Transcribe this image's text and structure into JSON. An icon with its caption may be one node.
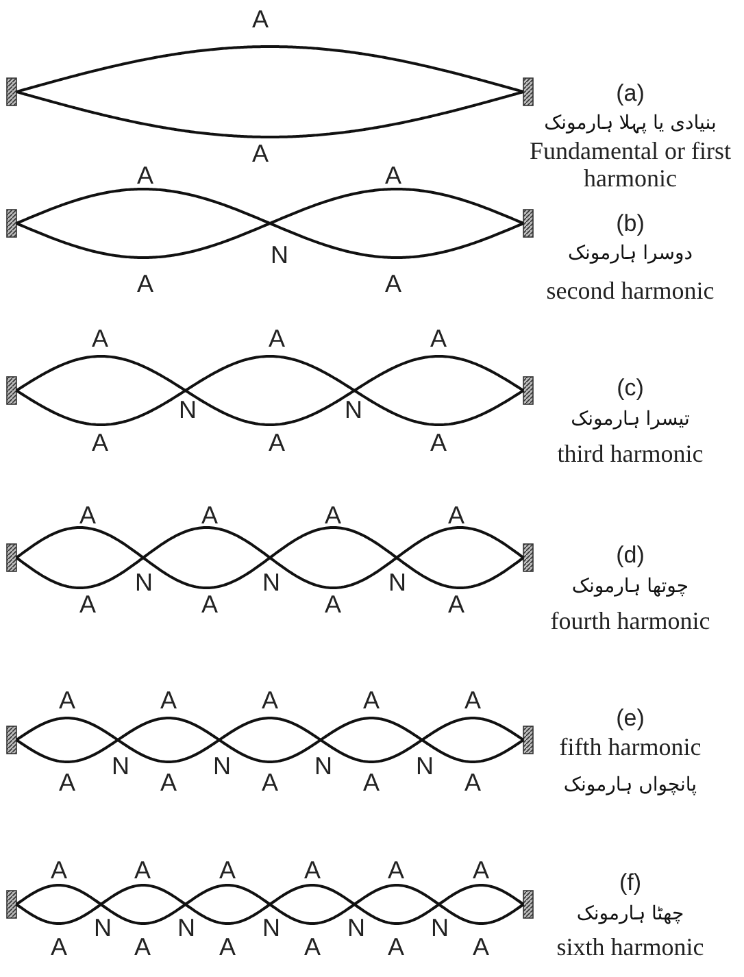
{
  "diagram": {
    "labels": [
      "A",
      "(a)",
      "بنیادی یا پہلا ہارمونک",
      "A",
      "Fundamental or first harmonic",
      "A",
      "A",
      "(b)",
      "N",
      "دوسرا ہارمونک",
      "A",
      "A",
      "second harmonic",
      "A",
      "A",
      "A",
      "(c)",
      "N",
      "N",
      "تیسرا ہارمونک",
      "A",
      "A",
      "A",
      "third harmonic",
      "A",
      "A",
      "A",
      "A",
      "(d)",
      "N",
      "N",
      "N",
      "چوتھا ہارمونک",
      "A",
      "A",
      "A",
      "A",
      "fourth harmonic",
      "A",
      "A",
      "A",
      "A",
      "A",
      "(e)",
      "N",
      "N",
      "N",
      "N",
      "fifth harmonic",
      "A",
      "A",
      "A",
      "A",
      "A",
      "پانچواں ہارمونک",
      "A",
      "A",
      "A",
      "A",
      "A",
      "A",
      "(f)",
      "N",
      "N",
      "N",
      "N",
      "N",
      "چھٹا ہارمونک",
      "A",
      "A",
      "A",
      "A",
      "A",
      "A",
      "sixth harmonic"
    ]
  }
}
